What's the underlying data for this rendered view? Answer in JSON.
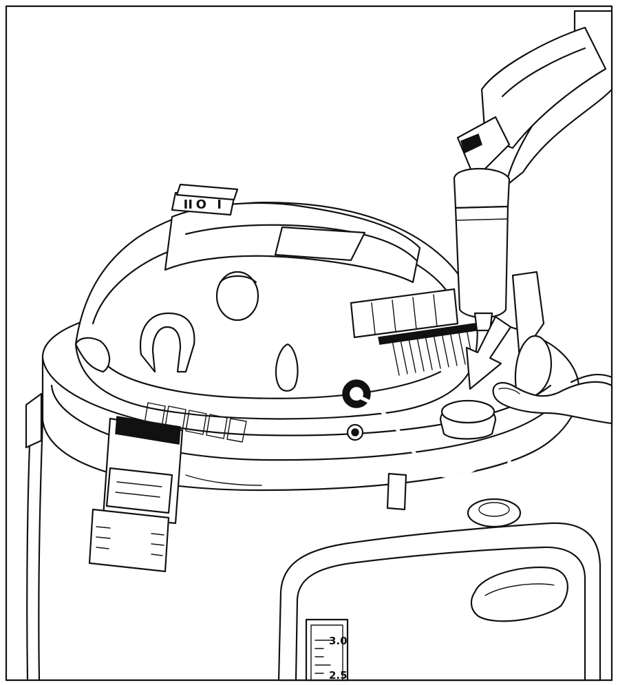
{
  "switch_panel": {
    "on_mark": "I",
    "off_mark": "O",
    "pump_mark": "II"
  },
  "gauge": {
    "label_top": "3.0",
    "label_bottom": "2.5"
  },
  "colors": {
    "ink": "#111111",
    "paper": "#ffffff"
  }
}
